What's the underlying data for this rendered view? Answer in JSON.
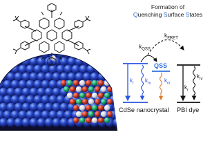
{
  "title": {
    "line1": "Formation of",
    "line2": [
      {
        "text": "Q",
        "hl": true
      },
      {
        "text": "uenching ",
        "hl": false
      },
      {
        "text": "S",
        "hl": true
      },
      {
        "text": "urface ",
        "hl": false
      },
      {
        "text": "S",
        "hl": true
      },
      {
        "text": "tates",
        "hl": false
      }
    ]
  },
  "labels": {
    "kfret": "k",
    "kfret_sub": "FRET",
    "kqss": "k",
    "kqss_sub": "QSS",
    "qss": "QSS",
    "kr_qd": "k",
    "kr_qd_sub": "r",
    "knr_qd": "k",
    "knr_qd_sub": "nr",
    "knr_qss": "k",
    "knr_qss_sub": "nr",
    "kr_dye": "k",
    "kr_dye_sub": "r",
    "knr_dye": "k",
    "knr_dye_sub": "nr",
    "cdse": "CdSe nanocrystal",
    "pbi": "PBI dye"
  },
  "colors": {
    "blue": "#2b55e0",
    "qss_blue": "#2f6fe0",
    "orange": "#d9792b",
    "black": "#111111",
    "accent": "#2b6fd6"
  }
}
